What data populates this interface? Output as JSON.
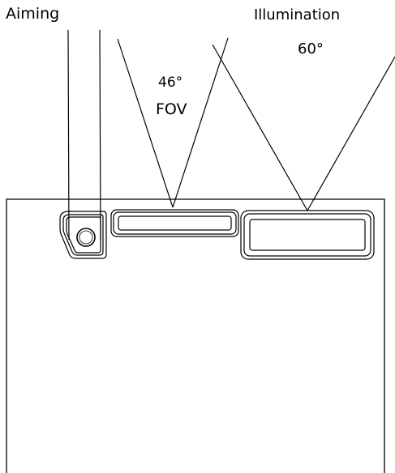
{
  "labels": {
    "aiming": "Aiming",
    "illumination": "Illumination",
    "illumination_angle": "60°",
    "fov_angle": "46°",
    "fov": "FOV"
  },
  "colors": {
    "stroke": "#000000",
    "background": "#ffffff"
  }
}
